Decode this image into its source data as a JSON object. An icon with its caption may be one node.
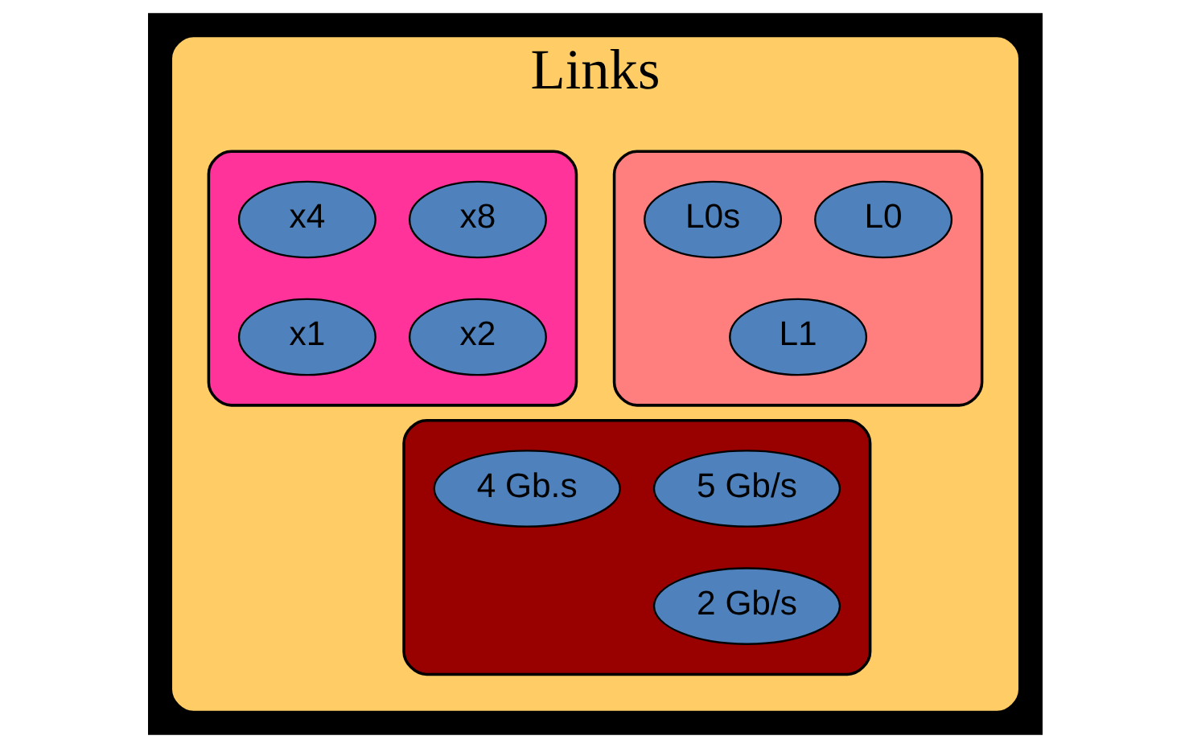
{
  "diagram": {
    "nodes": [
      {
        "text": [
          "Links"
        ]
      },
      {
        "text": [],
        "shape": "ellipse",
        "in": 0
      },
      {
        "text": [
          "L0"
        ],
        "in": 1
      },
      {
        "text": [
          "L0s"
        ],
        "in": 1
      },
      {
        "text": [
          "L1"
        ],
        "in": 1
      },
      {
        "text": [],
        "shape": "ellipse",
        "in": 0
      },
      {
        "text": [
          "x8"
        ],
        "in": 5
      },
      {
        "text": [
          "x4"
        ],
        "in": 5
      },
      {
        "text": [
          "x2"
        ],
        "in": 5
      },
      {
        "text": [
          "x1"
        ],
        "in": 5
      },
      {
        "text": [],
        "shape": "ellipse",
        "in": 0
      },
      {
        "text": [
          "5 Gb/s"
        ],
        "in": 10
      },
      {
        "text": [
          "4 Gb.s"
        ],
        "in": 10
      },
      {
        "text": [
          "2 Gb/s"
        ],
        "in": 10
      }
    ],
    "edges": []
  }
}
